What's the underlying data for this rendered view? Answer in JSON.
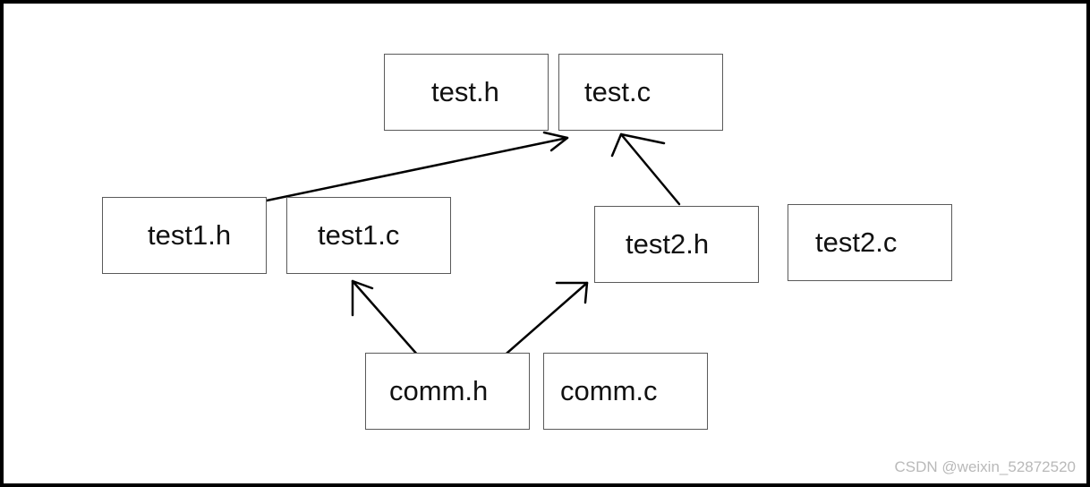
{
  "diagram": {
    "nodes": {
      "test_h": "test.h",
      "test_c": "test.c",
      "test1_h": "test1.h",
      "test1_c": "test1.c",
      "test2_h": "test2.h",
      "test2_c": "test2.c",
      "comm_h": "comm.h",
      "comm_c": "comm.c"
    },
    "edges": [
      {
        "from": "test1.h",
        "to": "test.c"
      },
      {
        "from": "test2.h",
        "to": "test.c"
      },
      {
        "from": "comm.h",
        "to": "test1.c"
      },
      {
        "from": "comm.h",
        "to": "test2.h"
      }
    ]
  },
  "watermark": "CSDN @weixin_52872520",
  "colors": {
    "frame": "#000000",
    "box_border": "#5a5a5a",
    "arrow": "#000000",
    "watermark": "#b9b9b9"
  }
}
